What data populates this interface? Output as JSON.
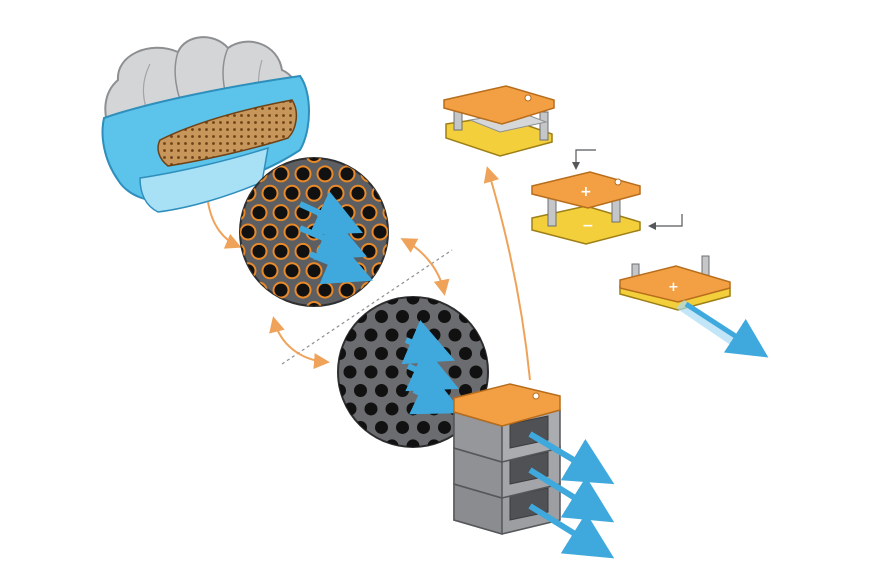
{
  "diagram": {
    "colors": {
      "background": "#ffffff",
      "mask_gray": "#cfd0d2",
      "mask_outline": "#8d8f92",
      "strap_blue": "#59c1ea",
      "strap_light": "#a8e0f5",
      "mesh_brown": "#b07a3c",
      "disc_dark": "#5b5c5f",
      "hole_black": "#111111",
      "hole_ring_orange": "#e88a2a",
      "arrow_blue": "#3fa9dd",
      "orange_plate": "#f2a043",
      "yellow_plate": "#f3cf3c",
      "block_gray": "#9c9ea1",
      "block_dark": "#6d6f72",
      "connector_orange": "#efa35a"
    },
    "icons": {
      "plus_symbol": "+",
      "minus_symbol": "−"
    },
    "components": [
      "face-mask",
      "magnified-mesh-disc-upper",
      "magnified-mesh-disc-lower",
      "stacked-generator-blocks",
      "exploded-capacitor-layer",
      "charged-plate-assembly",
      "single-output-plate"
    ]
  }
}
